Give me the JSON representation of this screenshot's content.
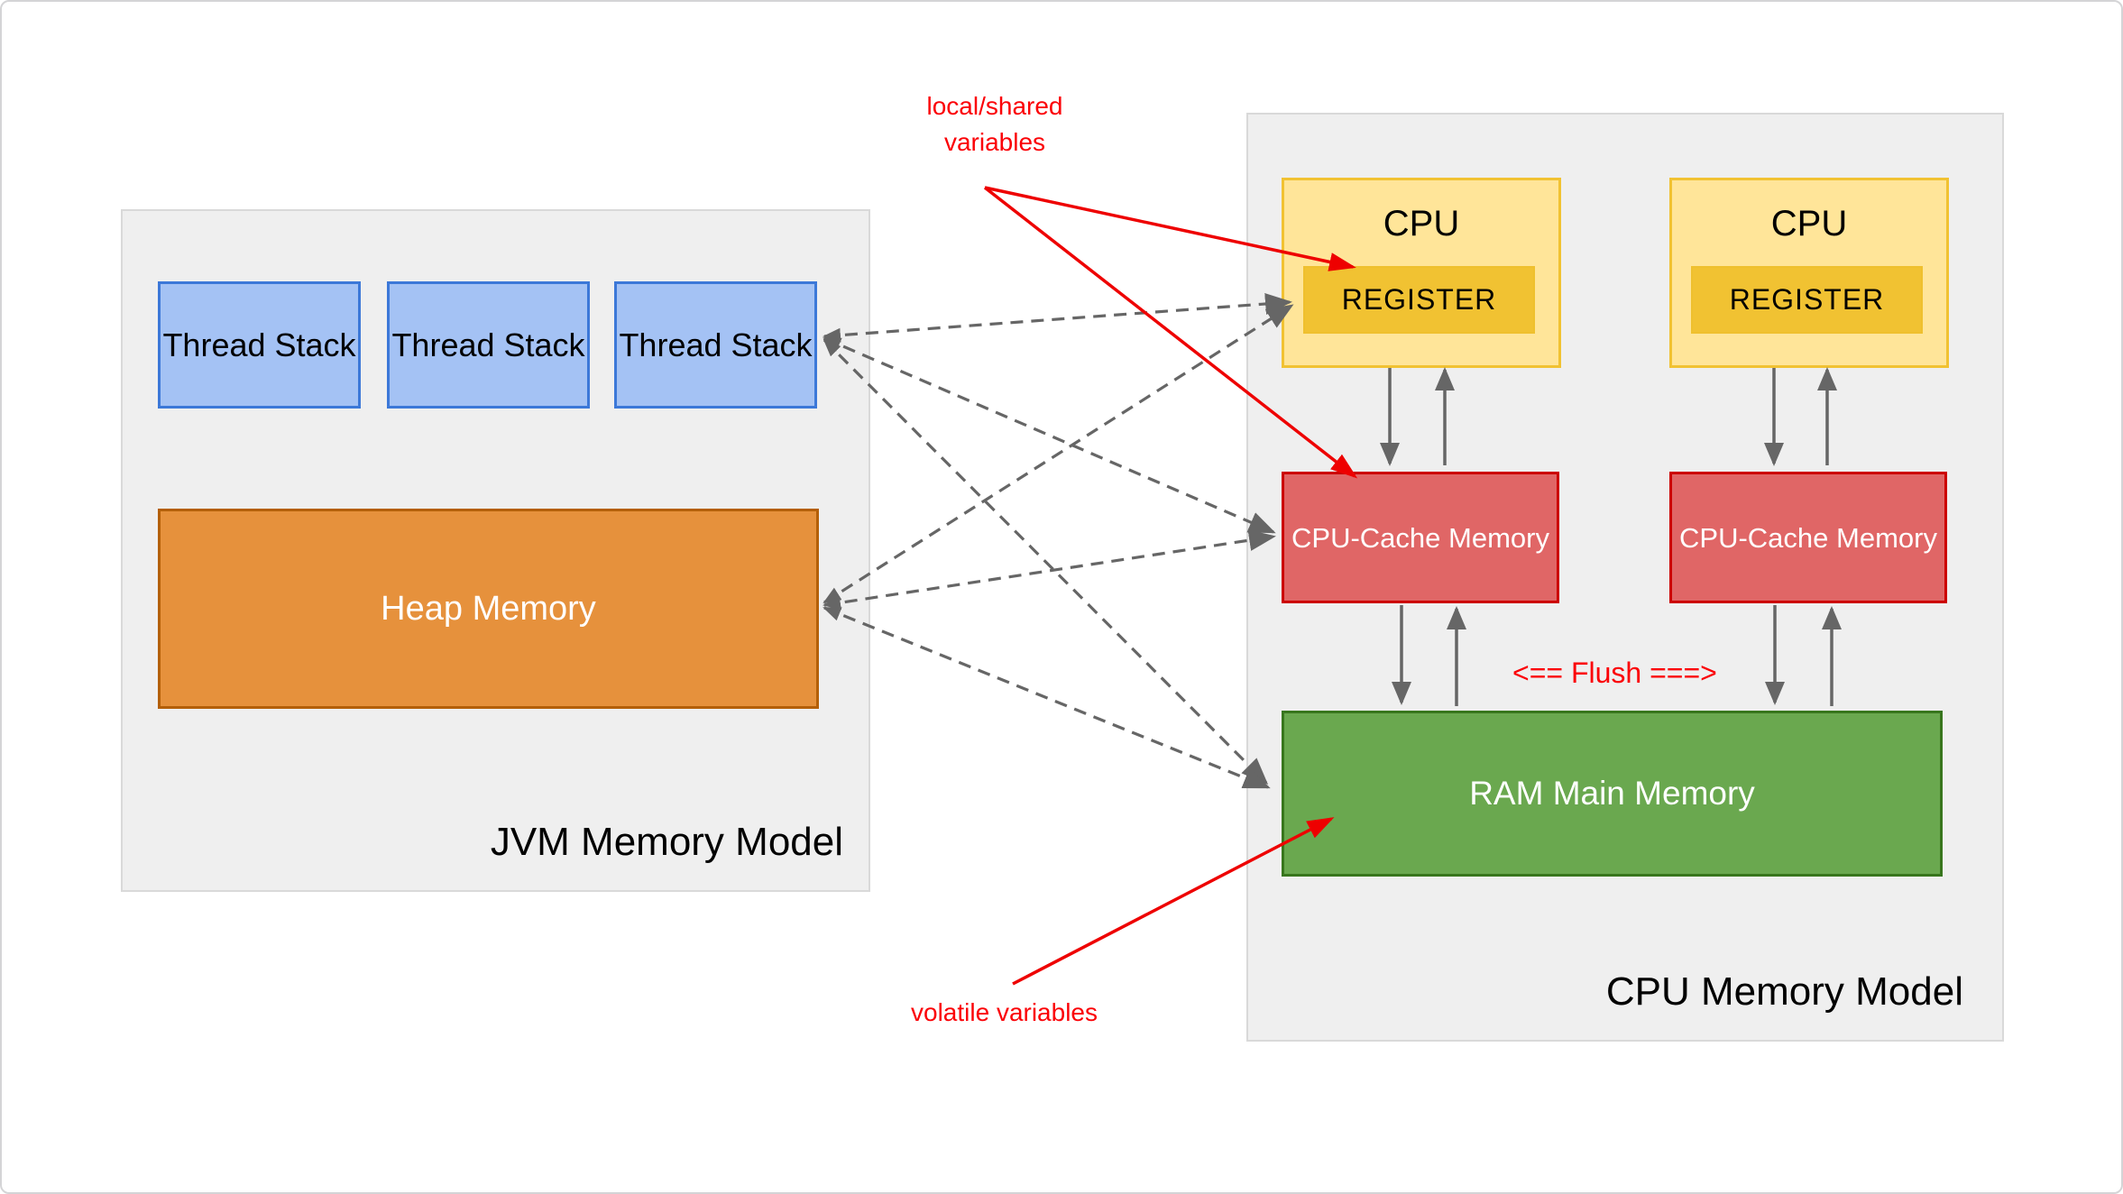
{
  "jvm_panel": {
    "title": "JVM Memory Model",
    "thread_stacks": [
      "Thread Stack",
      "Thread Stack",
      "Thread Stack"
    ],
    "heap_label": "Heap Memory"
  },
  "cpu_panel": {
    "title": "CPU Memory Model",
    "cpus": [
      {
        "label": "CPU",
        "register_label": "REGISTER",
        "cache_label": "CPU-Cache Memory"
      },
      {
        "label": "CPU",
        "register_label": "REGISTER",
        "cache_label": "CPU-Cache Memory"
      }
    ],
    "ram_label": "RAM Main Memory"
  },
  "annotations": {
    "local_shared": "local/shared variables",
    "volatile": "volatile variables",
    "flush": "<== Flush ===>"
  },
  "colors": {
    "panel_bg": "#efefef",
    "panel_border": "#d9d9d9",
    "thread_stack_fill": "#a4c2f4",
    "thread_stack_border": "#3c78d8",
    "heap_fill": "#e6913c",
    "heap_border": "#b45f06",
    "cpu_fill": "#ffe599",
    "cpu_border": "#f1c232",
    "register_fill": "#f1c232",
    "cache_fill": "#e06666",
    "cache_border": "#cc0000",
    "ram_fill": "#6aa84f",
    "ram_border": "#38761d",
    "arrow_gray": "#666666",
    "annotation_red": "#fb0006"
  },
  "connections": [
    {
      "id": "thread3-register1",
      "type": "dashed-bidirectional"
    },
    {
      "id": "thread3-cache1",
      "type": "dashed-bidirectional"
    },
    {
      "id": "thread3-ram",
      "type": "dashed-bidirectional"
    },
    {
      "id": "heap-register1",
      "type": "dashed-bidirectional"
    },
    {
      "id": "heap-cache1",
      "type": "dashed-bidirectional"
    },
    {
      "id": "heap-ram",
      "type": "dashed-bidirectional"
    },
    {
      "id": "cpu1-to-cache1",
      "type": "solid-down"
    },
    {
      "id": "cache1-to-cpu1",
      "type": "solid-up"
    },
    {
      "id": "cache1-to-ram",
      "type": "solid-down"
    },
    {
      "id": "ram-to-cache1",
      "type": "solid-up"
    },
    {
      "id": "cpu2-to-cache2",
      "type": "solid-down"
    },
    {
      "id": "cache2-to-cpu2",
      "type": "solid-up"
    },
    {
      "id": "cache2-to-ram",
      "type": "solid-down"
    },
    {
      "id": "ram-to-cache2",
      "type": "solid-up"
    },
    {
      "id": "local-shared-to-register1",
      "type": "red-callout"
    },
    {
      "id": "local-shared-to-cache1",
      "type": "red-callout"
    },
    {
      "id": "volatile-to-ram",
      "type": "red-callout"
    }
  ]
}
